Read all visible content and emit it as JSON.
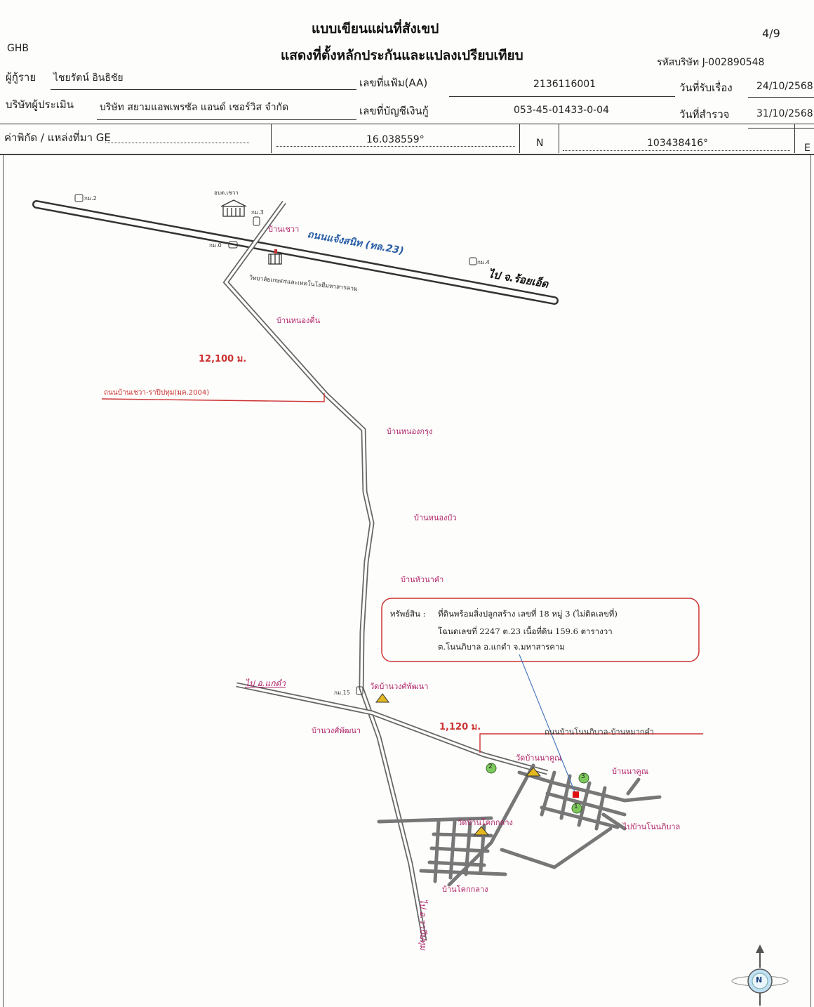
{
  "header": {
    "title": "แบบเขียนแผ่นที่สังเขป",
    "subtitle": "แสดงที่ตั้งหลักประกันและแปลงเปรียบเทียบ",
    "page": "4/9",
    "org": "GHB",
    "company_code": "รหัสบริษัท J-002890548"
  },
  "form": {
    "borrower_label": "ผู้กู้ราย",
    "borrower_value": "ไชยรัตน์ อินธิชัย",
    "file_no_label": "เลขที่แฟ้ม(AA)",
    "file_no_value": "2136116001",
    "received_label": "วันที่รับเรื่อง",
    "received_value": "24/10/2568",
    "appraiser_label": "บริษัทผู้ประเมิน",
    "appraiser_value": "บริษัท สยามแอพเพรซัล แอนด์ เซอร์วิส จำกัด",
    "account_label": "เลขที่บัญชีเงินกู้",
    "account_value": "053-45-01433-0-04",
    "survey_label": "วันที่สำรวจ",
    "survey_value": "31/10/2568"
  },
  "coords": {
    "label": "ค่าพิกัด / แหล่งที่มา  GE",
    "lat": "16.038559°",
    "lat_dir": "N",
    "lon": "103438416°",
    "lon_dir": "E"
  },
  "map": {
    "highway_label": "ถนนแจ้งสนิท (ทล.23)",
    "to_roiet": "ไป จ.ร้อยเอ็ด",
    "ban_chewa": "บ้านเชวา",
    "school_label": "อบต.เชวา",
    "college_label": "วิทยาลัยเกษตรและเทคโนโลยีมหาสารคาม",
    "km_left": "กม.2",
    "km_mid": "กม.3",
    "km_near_junction": "กม.0",
    "km_right": "กม.4",
    "ban_nong_kun": "บ้านหนองคื่น",
    "distance_1": "12,100 ม.",
    "road_chewa": "ถนนบ้านเชวา-ราปีปทุม(มค.2004)",
    "ban_nong_kung": "บ้านหนองกรุง",
    "ban_nong_bua": "บ้านหนองบัว",
    "ban_hua_na_kham": "บ้านหัวนาคำ",
    "asset_label": "ทรัพย์สิน :",
    "asset_line1": "ที่ดินพร้อมสิ่งปลูกสร้าง เลขที่ 18 หมู่ 3 (ไม่ติดเลขที่)",
    "asset_line2": "โฉนดเลขที่ 2247 ต.23 เนื้อที่ดิน 159.6 ตารางวา",
    "asset_line3": "ต.โนนภิบาล อ.แกดำ จ.มหาสารคาม",
    "to_kaedam": "ไป อ.แกดำ",
    "wat_wong": "วัดบ้านวงศ์พัฒนา",
    "km_junction": "กม.15",
    "ban_wong": "บ้านวงศ์พัฒนา",
    "distance_2": "1,120 ม.",
    "road_non_phiban": "ถนนบ้านโนนภิบาล-บ้านหมากคำ",
    "wat_na_khun": "วัดบ้านนาคูณ",
    "ban_na_khun": "บ้านนาคูณ",
    "to_non_phiban": "ไปบ้านโนนภิบาล",
    "wat_khok_klang": "วัดบ้านโคกกลาง",
    "ban_khok_klang": "บ้านโคกกลาง",
    "to_wapi": "ไป อ.วาปีปทุม",
    "marker_1": "1",
    "marker_2": "2",
    "marker_3": "3",
    "compass": "N"
  }
}
